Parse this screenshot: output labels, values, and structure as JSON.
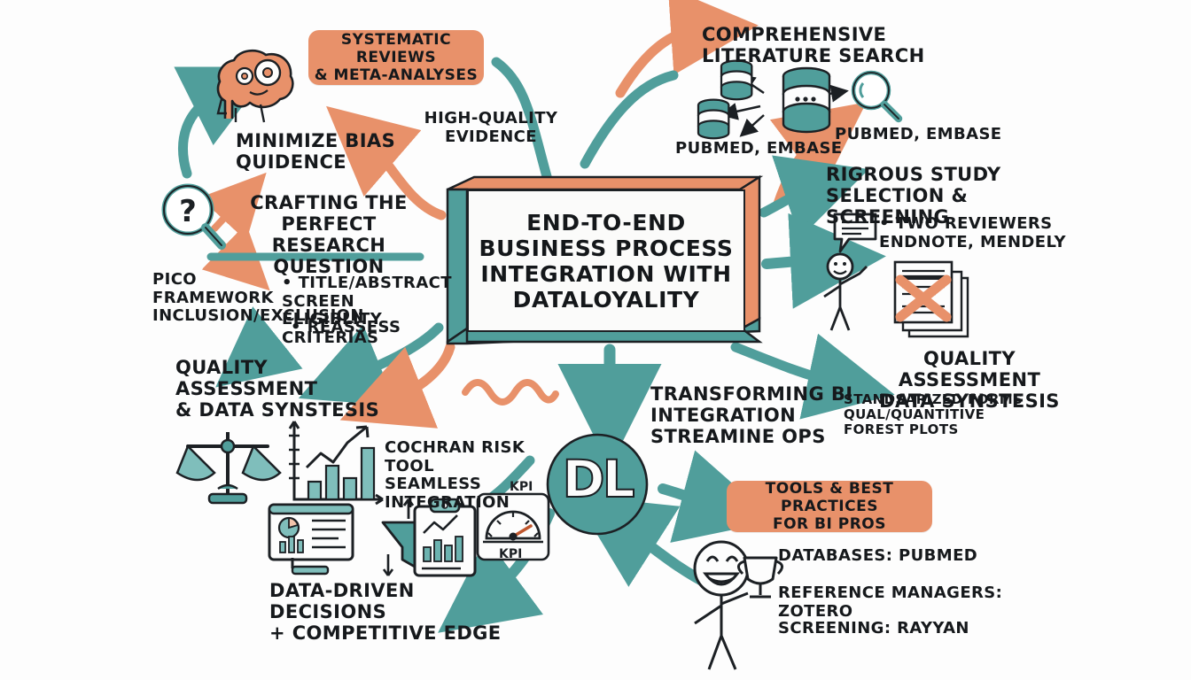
{
  "meta": {
    "style": "hand-drawn whiteboard infographic",
    "background_color": "#fdfdfd",
    "accent_teal": "#509e9b",
    "accent_orange": "#e8916a",
    "ink": "#16191c"
  },
  "center": {
    "title": "END-TO-END\nBUSINESS PROCESS\nINTEGRATION WITH\nDATALOYALITY"
  },
  "badges": [
    {
      "id": "systematic-reviews",
      "label": "SYSTEMATIC REVIEWS\n& META-ANALYSES"
    },
    {
      "id": "tools-best-practices",
      "label": "TOOLS & BEST PRACTICES\nFOR BI PROS"
    }
  ],
  "logo": {
    "text": "DL"
  },
  "labels": {
    "high_quality_evidence": "HIGH-QUALITY\nEVIDENCE",
    "minimize_bias": "MINIMIZE BIAS\nQUIDENCE",
    "crafting_question": "CRAFTING THE\nPERFECT\nRESEARCH QUESTION",
    "pico_framework": "PICO\n  FRAMEWORK\nINCLUSION/EXCLUSION",
    "title_abstract": "• TITLE/ABSTRACT SCREEN\nELIGIBLITY CRITERIAS",
    "reassess": "• REASSESS",
    "quality_assessment_left": "QUALITY ASSESSMENT\n& DATA SYNSTESIS",
    "cochran_risk": "COCHRAN RISK TOOL\nSEAMLESS INTEGRATION",
    "data_driven": "DATA-DRIVEN DECISIONS\n+ COMPETITIVE EDGE",
    "comprehensive_search": "COMPREHENSIVE\n      LITERATURE SEARCH",
    "pubmed_embase_left": "PUBMED, EMBASE",
    "pubmed_embase_right": "PUBMED, EMBASE",
    "rigorous_study": "RIGROUS STUDY\nSELECTION & SCREENING",
    "two_reviewers": "• TWO REVIEWERS\n   ENDNOTE, MENDELY",
    "quality_assessment_right": "QUALITY ASSESSMENT\nDATA SYNSTESIS",
    "quality_details": "STANDSARIZED FORMS\nQUAL/QUANTITIVE\n  FOREST PLOTS",
    "transforming_bi": "TRANSFORMING BI\nINTEGRATION\nSTREAMINE OPS",
    "databases": "DATABASES: PUBMED",
    "reference_managers": "REFERENCE MANAGERS: ZOTERO",
    "screening": "SCREENING: RAYYAN",
    "kpi_top": "KPI",
    "kpi_bottom": "KPI"
  },
  "icons": [
    {
      "id": "brain-gears-icon",
      "name": "head with brain and gears"
    },
    {
      "id": "magnifier-question-icon",
      "name": "magnifying glass with question mark"
    },
    {
      "id": "database-stack-icon",
      "name": "database cylinders"
    },
    {
      "id": "search-magnifier-icon",
      "name": "magnifying glass"
    },
    {
      "id": "speech-bubble-icon",
      "name": "speech bubble with lines"
    },
    {
      "id": "stick-figure-waving-icon",
      "name": "stick figure waving"
    },
    {
      "id": "documents-rejected-icon",
      "name": "stack of papers with X"
    },
    {
      "id": "balance-scales-icon",
      "name": "balance scales"
    },
    {
      "id": "bar-chart-trend-icon",
      "name": "bar chart with trend arrow"
    },
    {
      "id": "dashboard-monitor-icon",
      "name": "monitor with charts"
    },
    {
      "id": "funnel-icon",
      "name": "funnel"
    },
    {
      "id": "clipboard-chart-icon",
      "name": "clipboard with bar chart"
    },
    {
      "id": "kpi-gauge-icon",
      "name": "KPI speedometer gauge"
    },
    {
      "id": "stick-figure-trophy-icon",
      "name": "happy stick figure with trophy"
    },
    {
      "id": "squiggle-icon",
      "name": "orange wavy squiggle"
    }
  ]
}
